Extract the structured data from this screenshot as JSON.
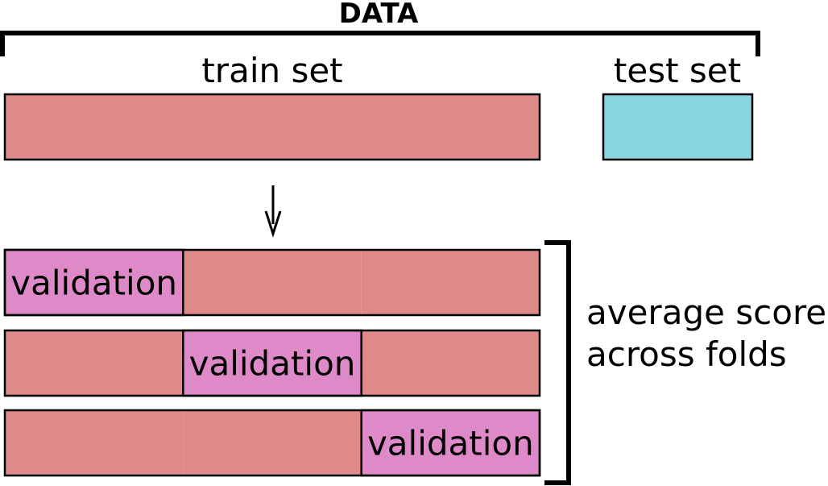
{
  "title": "DATA",
  "train_label": "train set",
  "test_label": "test set",
  "fold_label": "validation",
  "result": {
    "line1": "average score",
    "line2": "across folds"
  },
  "colors": {
    "train": "#df8a8a",
    "test": "#8ad7df",
    "validation": "#df8ac8",
    "stroke": "#000000"
  },
  "folds": [
    {
      "validation_index": 0
    },
    {
      "validation_index": 1
    },
    {
      "validation_index": 2
    }
  ]
}
